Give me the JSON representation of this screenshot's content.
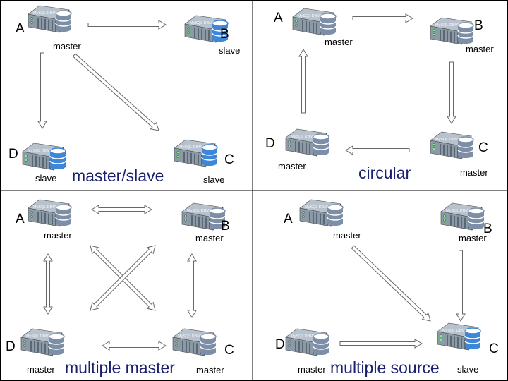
{
  "colors": {
    "title": "#1a2070",
    "db_blue": "#3d86d8",
    "db_gray": "#7d8fa6",
    "server_body": "#8c9aa8",
    "border": "#000000"
  },
  "server_label": "MySQL DBMS",
  "panels": [
    {
      "title": "master/slave",
      "nodes": [
        {
          "letter": "A",
          "role": "master",
          "db": "gray"
        },
        {
          "letter": "B",
          "role": "slave",
          "db": "blue"
        },
        {
          "letter": "C",
          "role": "slave",
          "db": "blue"
        },
        {
          "letter": "D",
          "role": "slave",
          "db": "blue"
        }
      ]
    },
    {
      "title": "circular",
      "nodes": [
        {
          "letter": "A",
          "role": "master",
          "db": "gray"
        },
        {
          "letter": "B",
          "role": "master",
          "db": "gray"
        },
        {
          "letter": "C",
          "role": "master",
          "db": "gray"
        },
        {
          "letter": "D",
          "role": "master",
          "db": "gray"
        }
      ]
    },
    {
      "title": "multiple master",
      "nodes": [
        {
          "letter": "A",
          "role": "master",
          "db": "gray"
        },
        {
          "letter": "B",
          "role": "master",
          "db": "gray"
        },
        {
          "letter": "C",
          "role": "master",
          "db": "gray"
        },
        {
          "letter": "D",
          "role": "master",
          "db": "gray"
        }
      ]
    },
    {
      "title": "multiple source",
      "nodes": [
        {
          "letter": "A",
          "role": "master",
          "db": "gray"
        },
        {
          "letter": "B",
          "role": "master",
          "db": "gray"
        },
        {
          "letter": "C",
          "role": "slave",
          "db": "blue"
        },
        {
          "letter": "D",
          "role": "master",
          "db": "gray"
        }
      ]
    }
  ]
}
